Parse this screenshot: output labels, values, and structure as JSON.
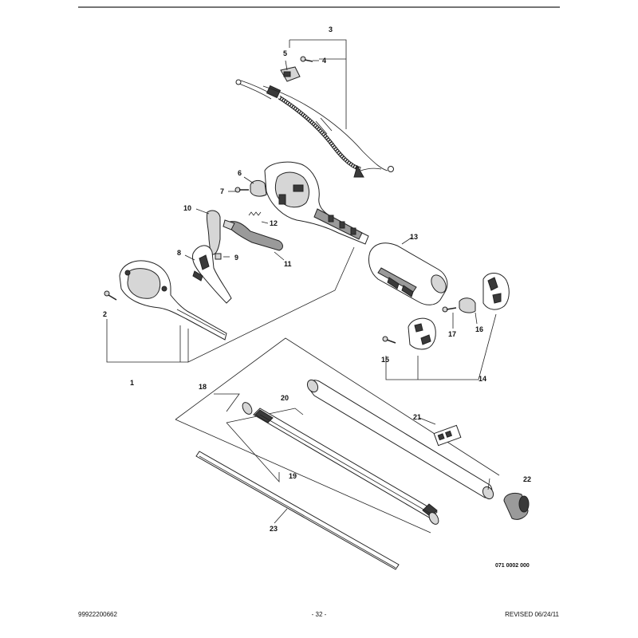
{
  "footer": {
    "part_number": "99922200662",
    "page": "- 32 -",
    "revised": "REVISED 06/24/11"
  },
  "drawing_code": "071 0002 000",
  "callouts": [
    "1",
    "2",
    "3",
    "4",
    "5",
    "6",
    "7",
    "8",
    "9",
    "10",
    "11",
    "12",
    "13",
    "14",
    "15",
    "16",
    "17",
    "18",
    "19",
    "20",
    "21",
    "22",
    "23"
  ]
}
